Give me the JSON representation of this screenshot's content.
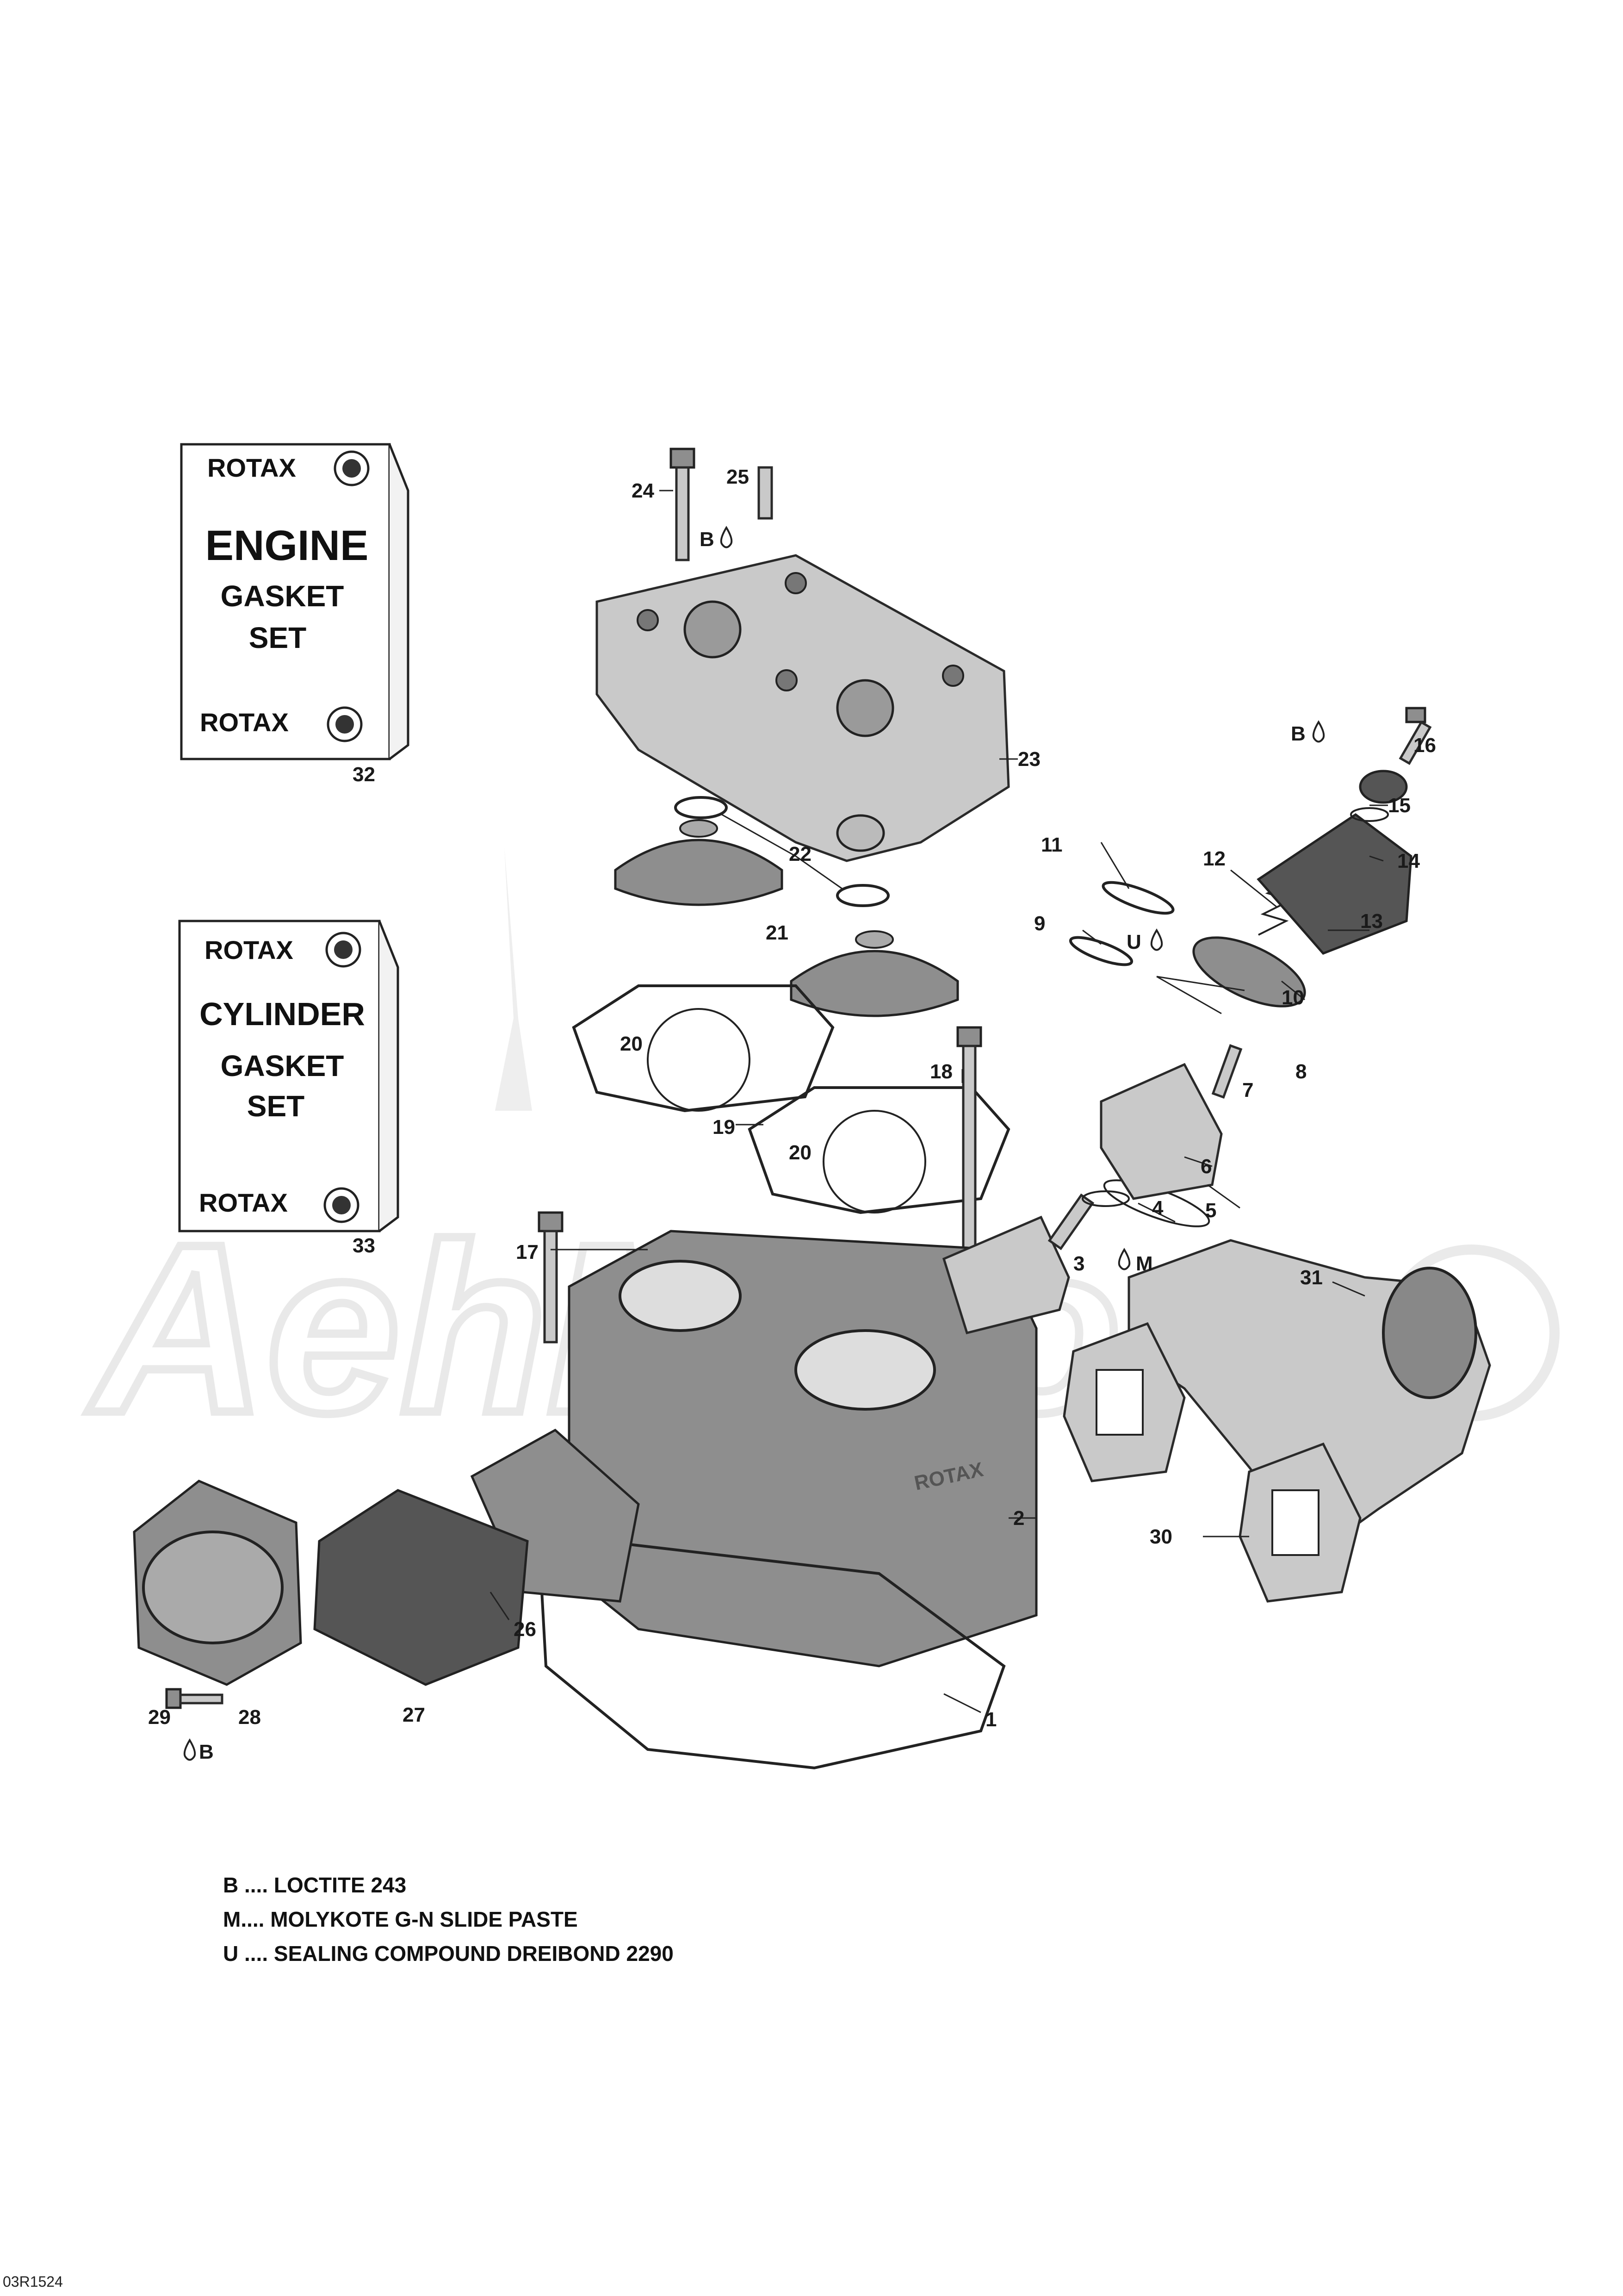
{
  "kits": [
    {
      "brand_top": "ROTAX",
      "lines": [
        "ENGINE",
        "GASKET",
        "SET"
      ],
      "brand_bottom": "ROTAX",
      "number": "32"
    },
    {
      "brand_top": "ROTAX",
      "lines": [
        "CYLINDER",
        "GASKET",
        "SET"
      ],
      "brand_bottom": "ROTAX",
      "number": "33"
    }
  ],
  "callouts": [
    "1",
    "2",
    "3",
    "4",
    "5",
    "6",
    "7",
    "8",
    "9",
    "10",
    "11",
    "12",
    "13",
    "14",
    "15",
    "16",
    "17",
    "18",
    "19",
    "20",
    "20",
    "21",
    "22",
    "23",
    "24",
    "25",
    "26",
    "27",
    "28",
    "29",
    "30",
    "31"
  ],
  "compound_marks": [
    "B",
    "B",
    "U",
    "M",
    "B"
  ],
  "cylinder_marking": "ROTAX",
  "legend": [
    "B .... LOCTITE 243",
    "M.... MOLYKOTE G-N SLIDE PASTE",
    "U .... SEALING COMPOUND DREIBOND 2290"
  ],
  "reference_code": "03R1524",
  "watermark_icon": "aehmoto-watermark-icon"
}
